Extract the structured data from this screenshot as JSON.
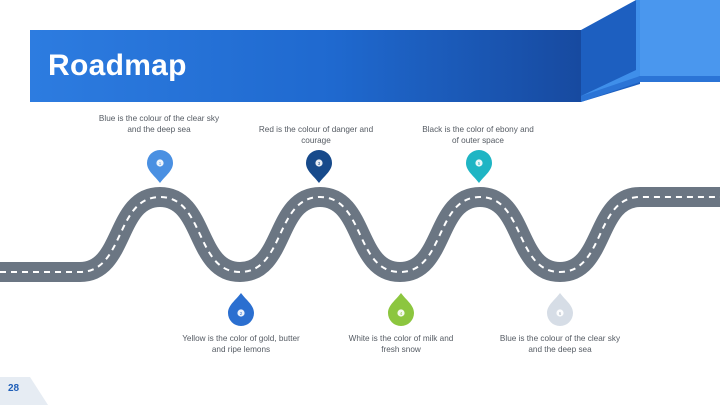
{
  "slide": {
    "title": "Roadmap",
    "page_number": "28"
  },
  "milestones": [
    {
      "number": "1",
      "text": "Blue is the colour of the clear sky and the deep sea",
      "color": "#4a90e2"
    },
    {
      "number": "2",
      "text": "Yellow is the color of gold, butter and ripe lemons",
      "color": "#2b6fd0"
    },
    {
      "number": "3",
      "text": "Red is the colour of danger and courage",
      "color": "#174a8b"
    },
    {
      "number": "4",
      "text": "White is the color of milk and fresh snow",
      "color": "#8cc63f"
    },
    {
      "number": "5",
      "text": "Black is the color of ebony and of outer space",
      "color": "#1fb5c4"
    },
    {
      "number": "6",
      "text": "Blue is the colour of the clear sky and the deep sea",
      "color": "#d6dde6"
    }
  ],
  "colors": {
    "road": "#6b7683",
    "road_dash": "#ffffff",
    "banner": "#1f69cf",
    "accent": "#4a90e2"
  }
}
